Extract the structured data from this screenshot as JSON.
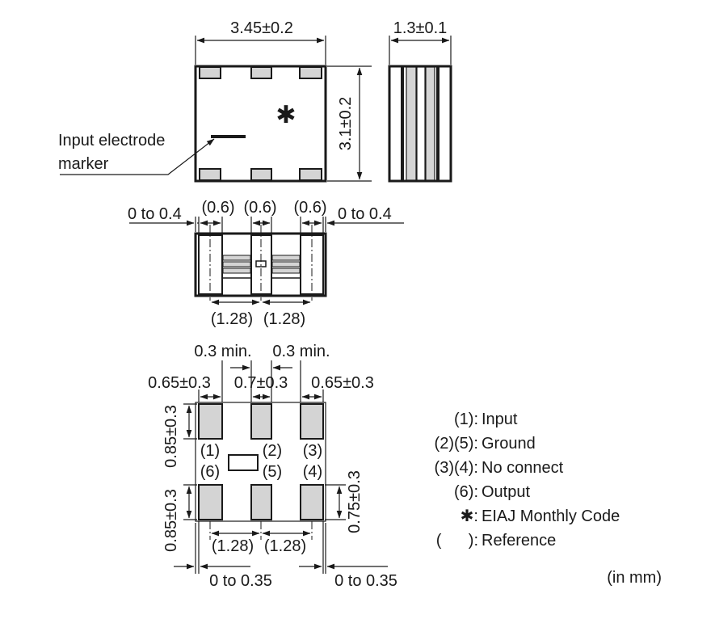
{
  "top_view": {
    "width_dim": "3.45±0.2",
    "height_dim": "3.1±0.2",
    "marker_symbol": "✱",
    "marker_label_line1": "Input electrode",
    "marker_label_line2": "marker"
  },
  "side_view": {
    "thickness_dim": "1.3±0.1"
  },
  "front_view": {
    "left_offset": "0 to 0.4",
    "right_offset": "0 to 0.4",
    "pad_width_1": "(0.6)",
    "pad_width_2": "(0.6)",
    "pad_width_3": "(0.6)",
    "pitch_1": "(1.28)",
    "pitch_2": "(1.28)"
  },
  "footprint": {
    "gap_1": "0.3 min.",
    "gap_2": "0.3 min.",
    "pad_w_left": "0.65±0.3",
    "pad_w_mid": "0.7±0.3",
    "pad_w_right": "0.65±0.3",
    "pad_h_top": "0.85±0.3",
    "pad_h_bottom": "0.85±0.3",
    "pad_h_right": "0.75±0.3",
    "pin_1": "(1)",
    "pin_2": "(2)",
    "pin_3": "(3)",
    "pin_4": "(4)",
    "pin_5": "(5)",
    "pin_6": "(6)",
    "pitch_1": "(1.28)",
    "pitch_2": "(1.28)",
    "offset_left": "0 to 0.35",
    "offset_right": "0 to 0.35"
  },
  "legend": {
    "items": [
      {
        "key": "(1):",
        "label": "Input"
      },
      {
        "key": "(2)(5):",
        "label": "Ground"
      },
      {
        "key": "(3)(4):",
        "label": "No connect"
      },
      {
        "key": "(6):",
        "label": "Output"
      },
      {
        "key": "✱:",
        "label": "EIAJ Monthly Code"
      },
      {
        "key": "(      ):",
        "label": "Reference"
      }
    ],
    "units": "(in mm)"
  }
}
